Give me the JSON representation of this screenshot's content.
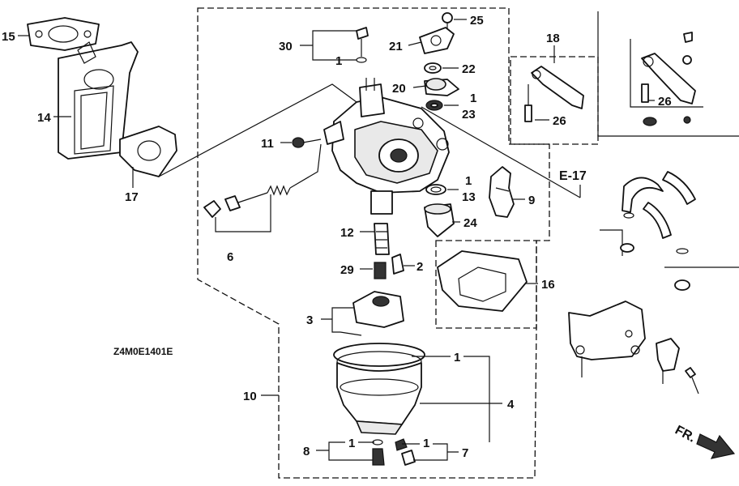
{
  "diagram": {
    "drawing_code": "Z4M0E1401E",
    "section_ref": "E-17",
    "direction_label": "FR.",
    "callouts": {
      "c15": "15",
      "c14": "14",
      "c17": "17",
      "c30": "30",
      "c1_top": "1",
      "c25": "25",
      "c21": "21",
      "c22": "22",
      "c20": "20",
      "c1_23": "1",
      "c23": "23",
      "c18": "18",
      "c26_a": "26",
      "c26_b": "26",
      "c11": "11",
      "c1_13": "1",
      "c13": "13",
      "c9": "9",
      "c24": "24",
      "c6": "6",
      "c12": "12",
      "c29": "29",
      "c2": "2",
      "c16": "16",
      "c3": "3",
      "c10": "10",
      "c1_bowl": "1",
      "c4": "4",
      "c8": "8",
      "c1_8": "1",
      "c1_7": "1",
      "c7": "7"
    },
    "part_icons": [
      "gasket-icon",
      "insulator-icon",
      "carburetor-body-icon",
      "float-bowl-icon",
      "float-icon",
      "screw-icon",
      "spring-icon",
      "o-ring-icon",
      "bolt-icon",
      "lever-icon",
      "hose-icon",
      "bracket-icon",
      "fr-arrow-icon"
    ]
  }
}
